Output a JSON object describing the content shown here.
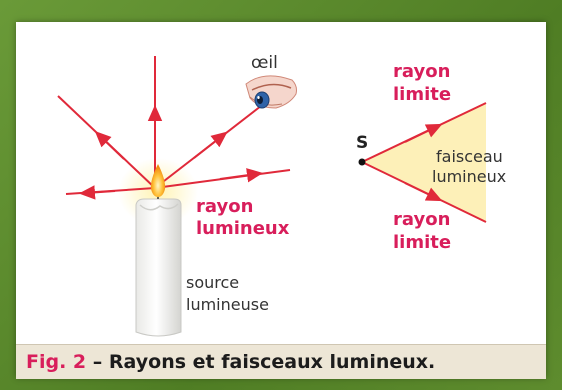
{
  "diagram": {
    "eye_label": "œil",
    "ray_label_line1": "rayon",
    "ray_label_line2": "lumineux",
    "source_label_line1": "source",
    "source_label_line2": "lumineuse",
    "point_label": "S",
    "limit_top_line1": "rayon",
    "limit_top_line2": "limite",
    "limit_bottom_line1": "rayon",
    "limit_bottom_line2": "limite",
    "beam_label_line1": "faisceau",
    "beam_label_line2": "lumineux"
  },
  "caption": {
    "fig": "Fig. 2",
    "text": " – Rayons et faisceaux lumineux."
  },
  "colors": {
    "ray": "#e0293a",
    "label_red": "#d81e5b",
    "beam_fill": "#fdf0b8",
    "frame": "#5a8a2c"
  }
}
